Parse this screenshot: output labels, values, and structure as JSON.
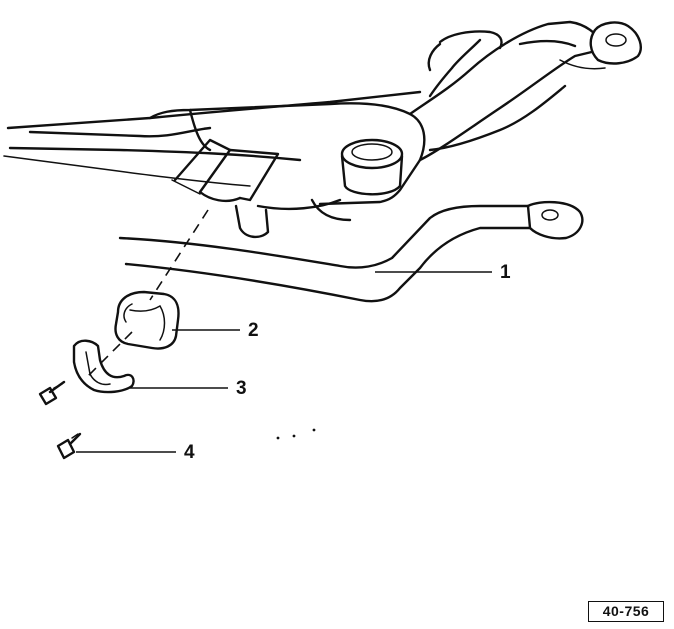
{
  "callouts": {
    "stabilizer_bar": "1",
    "rubber_bushing": "2",
    "bushing_clamp": "3",
    "bolt": "4"
  },
  "reference": {
    "code": "40-756"
  }
}
